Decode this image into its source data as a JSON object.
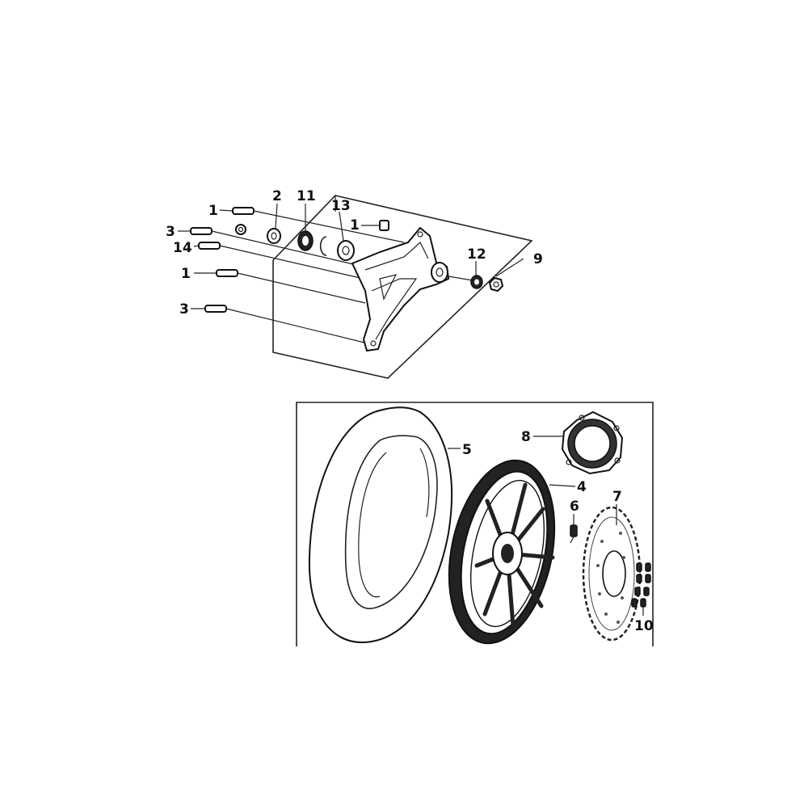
{
  "diagram": {
    "callouts": {
      "c1_top": "1",
      "c2": "2",
      "c11": "11",
      "c13": "13",
      "c1_mid": "1",
      "c3_top": "3",
      "c14": "14",
      "c1_low": "1",
      "c3_low": "3",
      "c12": "12",
      "c9": "9",
      "c5": "5",
      "c8": "8",
      "c4": "4",
      "c6": "6",
      "c7": "7",
      "c10": "10"
    },
    "icons": [
      "bolt-icon",
      "nut-icon",
      "bearing-icon",
      "circlip-icon",
      "washer-icon",
      "tire-icon",
      "rim-icon",
      "brake-disc-icon",
      "hub-flange-icon",
      "valve-icon"
    ]
  }
}
